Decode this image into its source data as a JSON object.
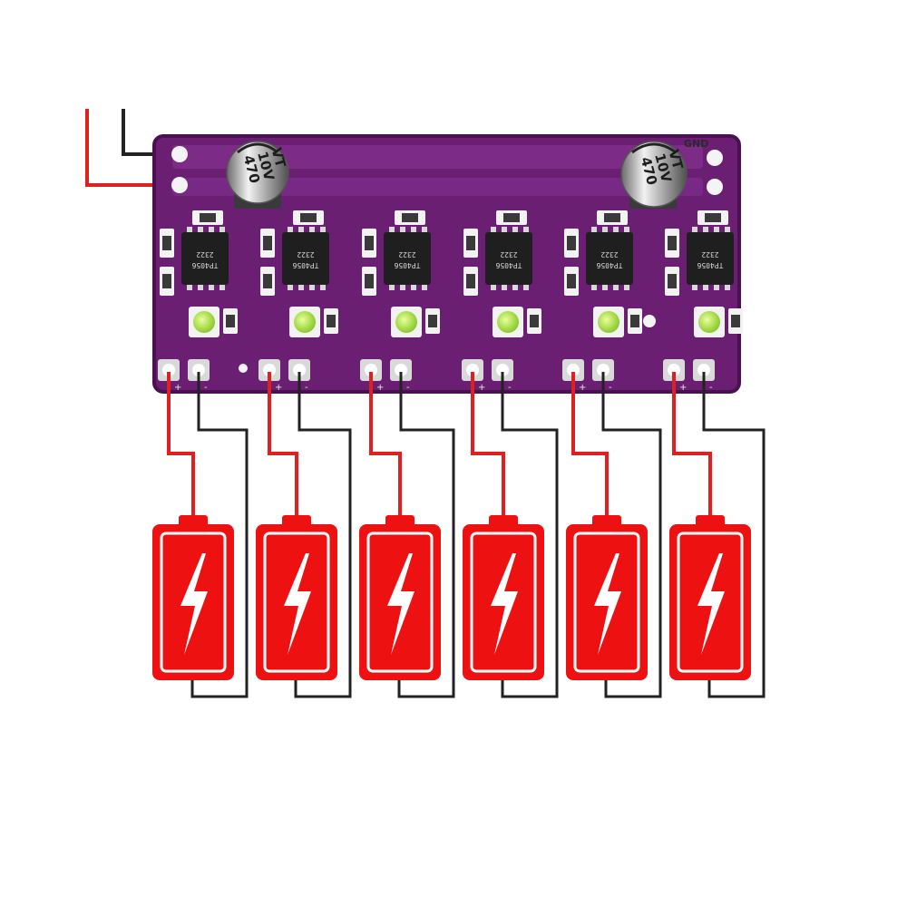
{
  "board": {
    "gnd_label": "GND",
    "capacitors": [
      {
        "line1": "470",
        "line2": "10V",
        "line3": "VT"
      },
      {
        "line1": "470",
        "line2": "10V",
        "line3": "VT"
      }
    ],
    "channels": [
      {
        "chip_line1": "TP4056",
        "chip_line2": "2322"
      },
      {
        "chip_line1": "TP4056",
        "chip_line2": "2322"
      },
      {
        "chip_line1": "TP4056",
        "chip_line2": "2322"
      },
      {
        "chip_line1": "TP4056",
        "chip_line2": "2322"
      },
      {
        "chip_line1": "TP4056",
        "chip_line2": "2322"
      },
      {
        "chip_line1": "TP4056",
        "chip_line2": "2322"
      }
    ],
    "pad_plus": "+",
    "pad_minus": "-",
    "battery_count": 6
  },
  "colors": {
    "pcb": "#6a1f72",
    "pcb_edge": "#4a1052",
    "pcb_trace": "#7c2b86",
    "wire_positive": "#e02020",
    "wire_negative": "#222222",
    "battery_red": "#ee1111",
    "led_green": "#a6e22e"
  }
}
